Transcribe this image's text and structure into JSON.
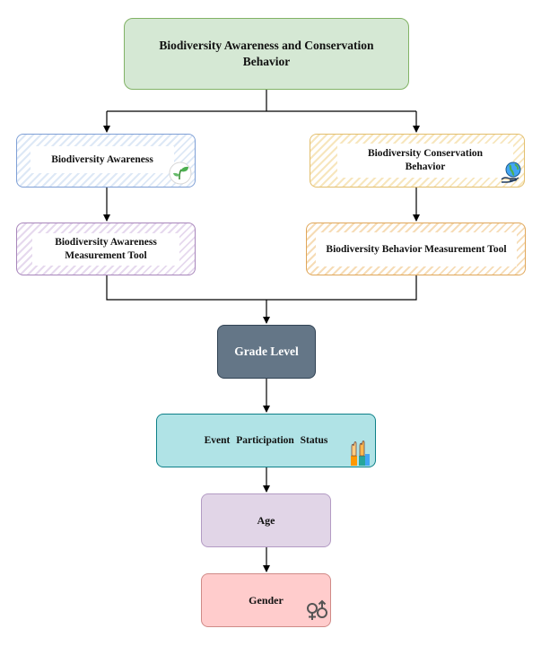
{
  "nodes": {
    "root": {
      "label": "Biodiversity Awareness and Conservation Behavior"
    },
    "awareness": {
      "label": "Biodiversity Awareness"
    },
    "conservation": {
      "label": "Biodiversity Conservation Behavior"
    },
    "awareness_tool": {
      "label": "Biodiversity Awareness Measurement Tool"
    },
    "behavior_tool": {
      "label": "Biodiversity Behavior Measurement Tool"
    },
    "grade": {
      "label": "Grade Level"
    },
    "event": {
      "label": "Event Participation Status"
    },
    "age": {
      "label": "Age"
    },
    "gender": {
      "label": "Gender"
    }
  },
  "icons": {
    "awareness": "sprout-icon",
    "conservation": "globe-in-hand-icon",
    "event": "raised-hands-icon",
    "gender": "gender-symbols-icon"
  },
  "colors": {
    "root_fill": "#d5e8d4",
    "root_border": "#82b366",
    "grade_fill": "#647687",
    "event_fill": "#b0e3e6",
    "event_border": "#0e8088",
    "age_fill": "#e1d5e7",
    "age_border": "#9673a6",
    "gender_fill": "#ffcccc",
    "gender_border": "#b85450"
  }
}
